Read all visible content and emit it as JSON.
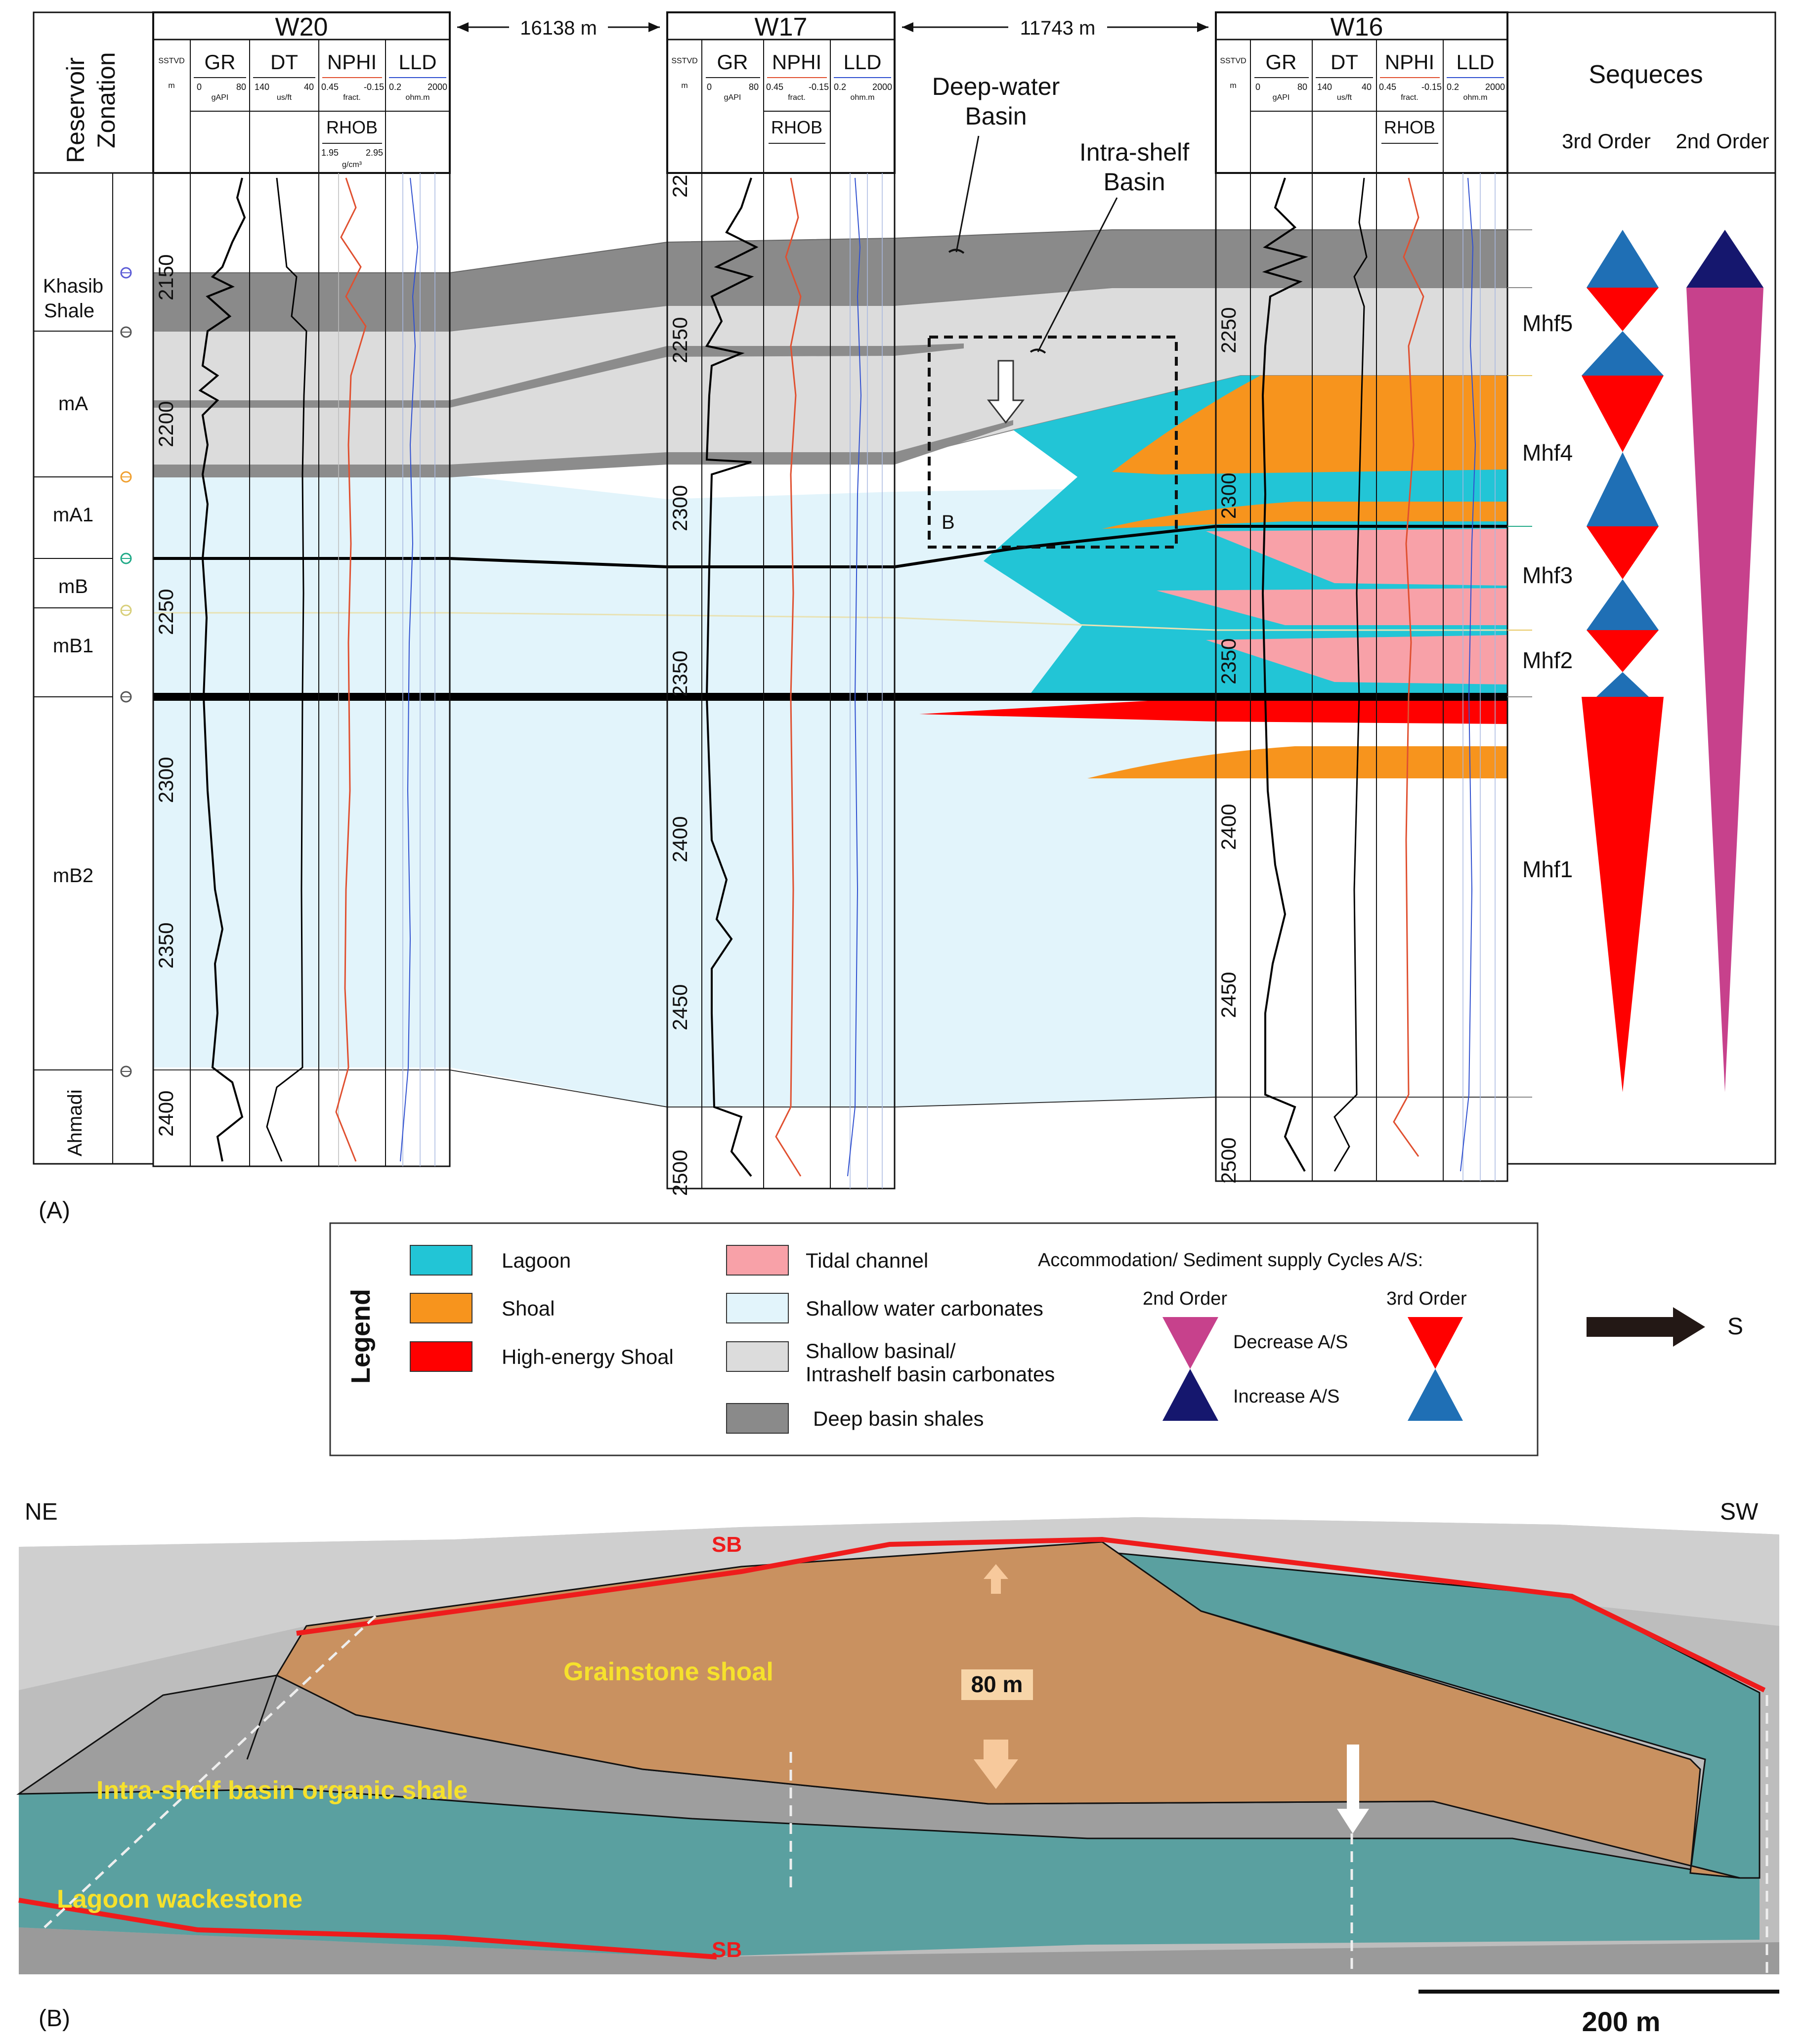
{
  "panel_a": {
    "panel_label": "(A)",
    "zonation_header": [
      "Reservoir",
      "Zonation"
    ],
    "zones": [
      "Khasib Shale",
      "mA",
      "mA1",
      "mB",
      "mB1",
      "mB2",
      "Ahmadi"
    ],
    "spacing": [
      "16138 m",
      "11743 m"
    ],
    "wells": [
      {
        "name": "W20",
        "tracks": [
          "GR",
          "DT",
          "NPHI",
          "LLD"
        ],
        "depth_ticks": [
          "2150",
          "2200",
          "2250",
          "2300",
          "2350",
          "2400"
        ]
      },
      {
        "name": "W17",
        "tracks": [
          "GR",
          "NPHI",
          "LLD"
        ],
        "depth_ticks": [
          "22",
          "2250",
          "2300",
          "2350",
          "2400",
          "2450",
          "2500"
        ]
      },
      {
        "name": "W16",
        "tracks": [
          "GR",
          "DT",
          "NPHI",
          "LLD"
        ],
        "depth_ticks": [
          "2250",
          "2300",
          "2350",
          "2400",
          "2450",
          "2500"
        ]
      }
    ],
    "scales": {
      "sstvd": "SSTVD",
      "m": "m",
      "gr_min": "0",
      "gr_max": "80",
      "gr_unit": "gAPI",
      "dt_min": "140",
      "dt_max": "40",
      "dt_unit": "us/ft",
      "nphi_min": "0.45",
      "nphi_max": "-0.15",
      "nphi_unit": "fract.",
      "lld_min": "0.2",
      "lld_max": "2000",
      "lld_unit": "ohm.m",
      "rhob": "RHOB",
      "rhob_min": "1.95",
      "rhob_max": "2.95",
      "rhob_unit": "g/cm³"
    },
    "annotations": {
      "deep_water": [
        "Deep-water",
        "Basin"
      ],
      "intra_shelf": [
        "Intra-shelf",
        "Basin"
      ],
      "box_label": "B"
    },
    "sequences": {
      "title": "Sequeces",
      "third": "3rd Order",
      "second": "2nd Order",
      "names": [
        "Mhf5",
        "Mhf4",
        "Mhf3",
        "Mhf2",
        "Mhf1"
      ]
    }
  },
  "legend": {
    "title": "Legend",
    "items": [
      {
        "label": "Lagoon",
        "color": "#22c5d6"
      },
      {
        "label": "Shoal",
        "color": "#f7941d"
      },
      {
        "label": "High-energy Shoal",
        "color": "#ff0000"
      },
      {
        "label": "Tidal channel",
        "color": "#f8a1a8"
      },
      {
        "label": "Shallow water carbonates",
        "color": "#e2f4fb"
      },
      {
        "label": "Shallow basinal/",
        "label2": "Intrashelf basin carbonates",
        "color": "#dcdcdc"
      },
      {
        "label": "Deep basin shales",
        "color": "#8a8a8a"
      }
    ],
    "cycles_title": "Accommodation/ Sediment supply Cycles A/S:",
    "second_order": "2nd Order",
    "third_order": "3rd Order",
    "decrease": "Decrease A/S",
    "increase": "Increase A/S",
    "direction": "S",
    "colors": {
      "second_decrease": "#c7418c",
      "second_increase": "#15176e",
      "third_decrease": "#ff0000",
      "third_increase": "#1f6fb5"
    }
  },
  "panel_b": {
    "panel_label": "(B)",
    "ne": "NE",
    "sw": "SW",
    "sb": "SB",
    "grainstone": "Grainstone shoal",
    "intra_shale": "Intra-shelf basin organic shale",
    "lagoon": "Lagoon wackestone",
    "thickness": "80 m",
    "scale": "200 m"
  }
}
